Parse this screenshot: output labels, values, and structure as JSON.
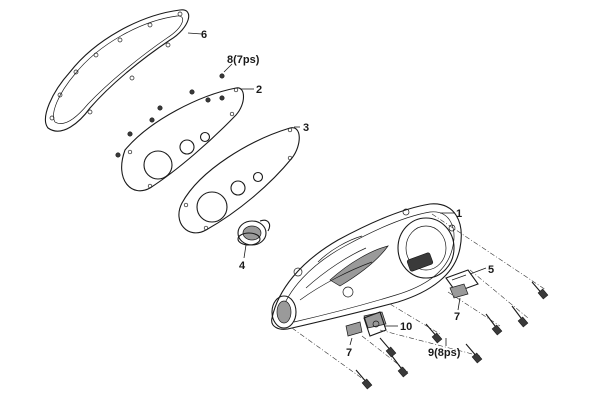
{
  "callouts": {
    "c1": "1",
    "c2": "2",
    "c3": "3",
    "c4": "4",
    "c5": "5",
    "c6": "6",
    "c7a": "7",
    "c7b": "7",
    "c8": "8(7ps)",
    "c9": "9(8ps)",
    "c10": "10"
  }
}
